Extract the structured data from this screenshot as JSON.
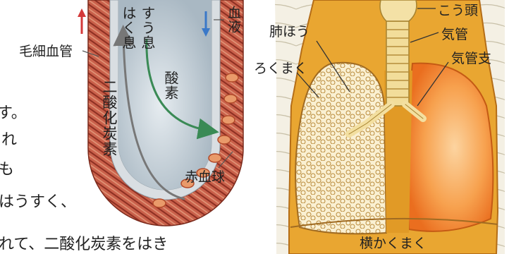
{
  "alveolus_diagram": {
    "labels": {
      "capillary": "毛細血管",
      "blood_flow": "血液",
      "exhale": "はく息",
      "inhale": "すう息",
      "oxygen": "酸素",
      "co2": "二酸化炭素",
      "rbc": "赤血球"
    },
    "colors": {
      "up_arrow": "#d43a3a",
      "down_arrow": "#3a78c8",
      "oxygen_arrow": "#3a8a55",
      "co2_arrow": "#777777"
    }
  },
  "lung_diagram": {
    "labels": {
      "larynx": "こう頭",
      "alveoli": "肺ほう",
      "trachea": "気管",
      "rib_membrane": "ろくまく",
      "bronchus": "気管支",
      "diaphragm": "横かくまく"
    },
    "colors": {
      "body": "#e8a431",
      "lung": "#f07a2a",
      "cartilage": "#f3dfa0"
    }
  },
  "text_fragments": {
    "line1": "す。",
    "line2": "れ",
    "line3": "も",
    "line4": "はうすく、",
    "line5": "れて、二酸化炭素をはき"
  }
}
